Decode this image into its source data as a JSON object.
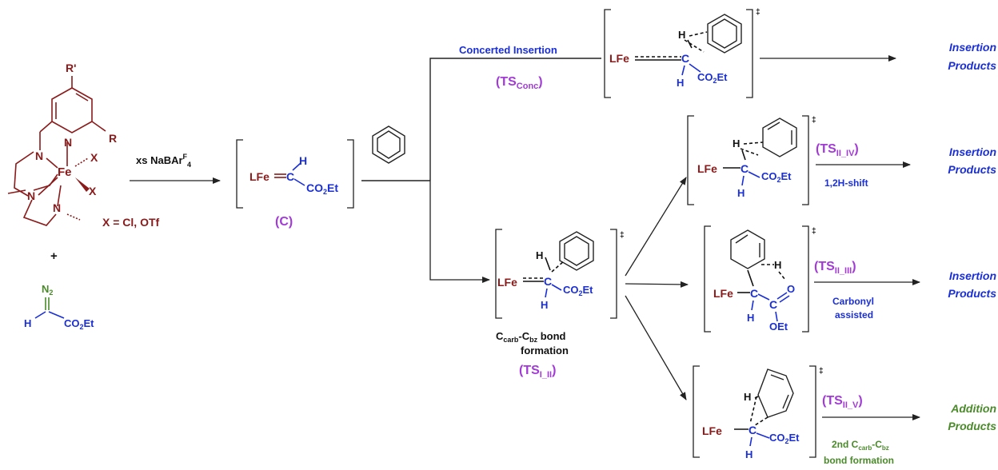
{
  "catalyst": {
    "r_prime": "R'",
    "r": "R",
    "n": "N",
    "fe": "Fe",
    "x": "X",
    "x_def": "X = Cl, OTf"
  },
  "plus": "+",
  "diazo": {
    "n2": "N",
    "n2_sub": "2",
    "h": "H",
    "co2et": "CO",
    "co2et_sub": "2",
    "et": "Et"
  },
  "reagent": {
    "main": "xs NaBAr",
    "sup": "F",
    "sub": "4"
  },
  "carbene": {
    "lfe": "LFe",
    "c": "C",
    "h": "H",
    "co2": "CO",
    "co2_sub": "2",
    "et": "Et",
    "label": "(C)"
  },
  "conc": {
    "title": "Concerted Insertion",
    "ts_main": "(TS",
    "ts_sub": "Conc",
    "ts_close": ")",
    "lfe": "LFe",
    "c": "C",
    "h_top": "H",
    "h_bottom": "H",
    "co2": "CO",
    "co2_sub": "2",
    "et": "Et",
    "dagger": "‡",
    "product_line1": "Insertion",
    "product_line2": "Products"
  },
  "ts1": {
    "lfe": "LFe",
    "c": "C",
    "h_top": "H",
    "h_bottom": "H",
    "co2": "CO",
    "co2_sub": "2",
    "et": "Et",
    "dagger": "‡",
    "caption_c": "C",
    "caption_carb": "carb",
    "caption_dash": "-C",
    "caption_bz": "bz",
    "caption_bond": " bond",
    "caption_line2": "formation",
    "ts_main": "(TS",
    "ts_sub": "I_II",
    "ts_close": ")"
  },
  "ts_iv": {
    "lfe": "LFe",
    "c": "C",
    "h_top": "H",
    "h_bottom": "H",
    "co2": "CO",
    "co2_sub": "2",
    "et": "Et",
    "dagger": "‡",
    "ts_main": "(TS",
    "ts_sub": "II_IV",
    "ts_close": ")",
    "note": "1,2H-shift",
    "product_line1": "Insertion",
    "product_line2": "Products"
  },
  "ts_iii": {
    "lfe": "LFe",
    "c": "C",
    "c2": "C",
    "h": "H",
    "h_bottom": "H",
    "o": "O",
    "oet": "OEt",
    "dagger": "‡",
    "ts_main": "(TS",
    "ts_sub": "II_III",
    "ts_close": ")",
    "note_line1": "Carbonyl",
    "note_line2": "assisted",
    "product_line1": "Insertion",
    "product_line2": "Products"
  },
  "ts_v": {
    "lfe": "LFe",
    "c": "C",
    "h_top": "H",
    "h_bottom": "H",
    "co2": "CO",
    "co2_sub": "2",
    "et": "Et",
    "dagger": "‡",
    "ts_main": "(TS",
    "ts_sub": "II_V",
    "ts_close": ")",
    "note_a": "2nd C",
    "note_carb": "carb",
    "note_dash": "-C",
    "note_bz": "bz",
    "note_line2": "bond formation",
    "product_line1": "Addition",
    "product_line2": "Products"
  },
  "colors": {
    "iron_ligand": "#8b1a1a",
    "carbene_blue": "#1a2fd6",
    "ts_purple": "#a23ad6",
    "addition_green": "#4a8a2a"
  }
}
